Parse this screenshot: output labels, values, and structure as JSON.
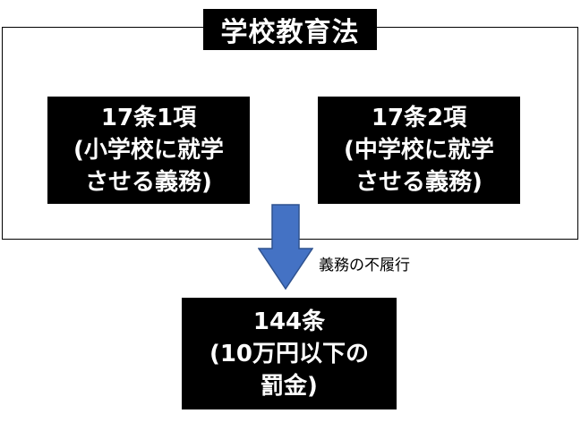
{
  "title": "学校教育法",
  "clauses": [
    {
      "line1": "17条1項",
      "line2": "(小学校に就学",
      "line3": "させる義務)"
    },
    {
      "line1": "17条2項",
      "line2": "(中学校に就学",
      "line3": "させる義務)"
    }
  ],
  "arrow": {
    "label": "義務の不履行",
    "color": "#4472C4",
    "border_color": "#2F528F"
  },
  "penalty": {
    "line1": "144条",
    "line2": "(10万円以下の",
    "line3": "罰金)"
  }
}
